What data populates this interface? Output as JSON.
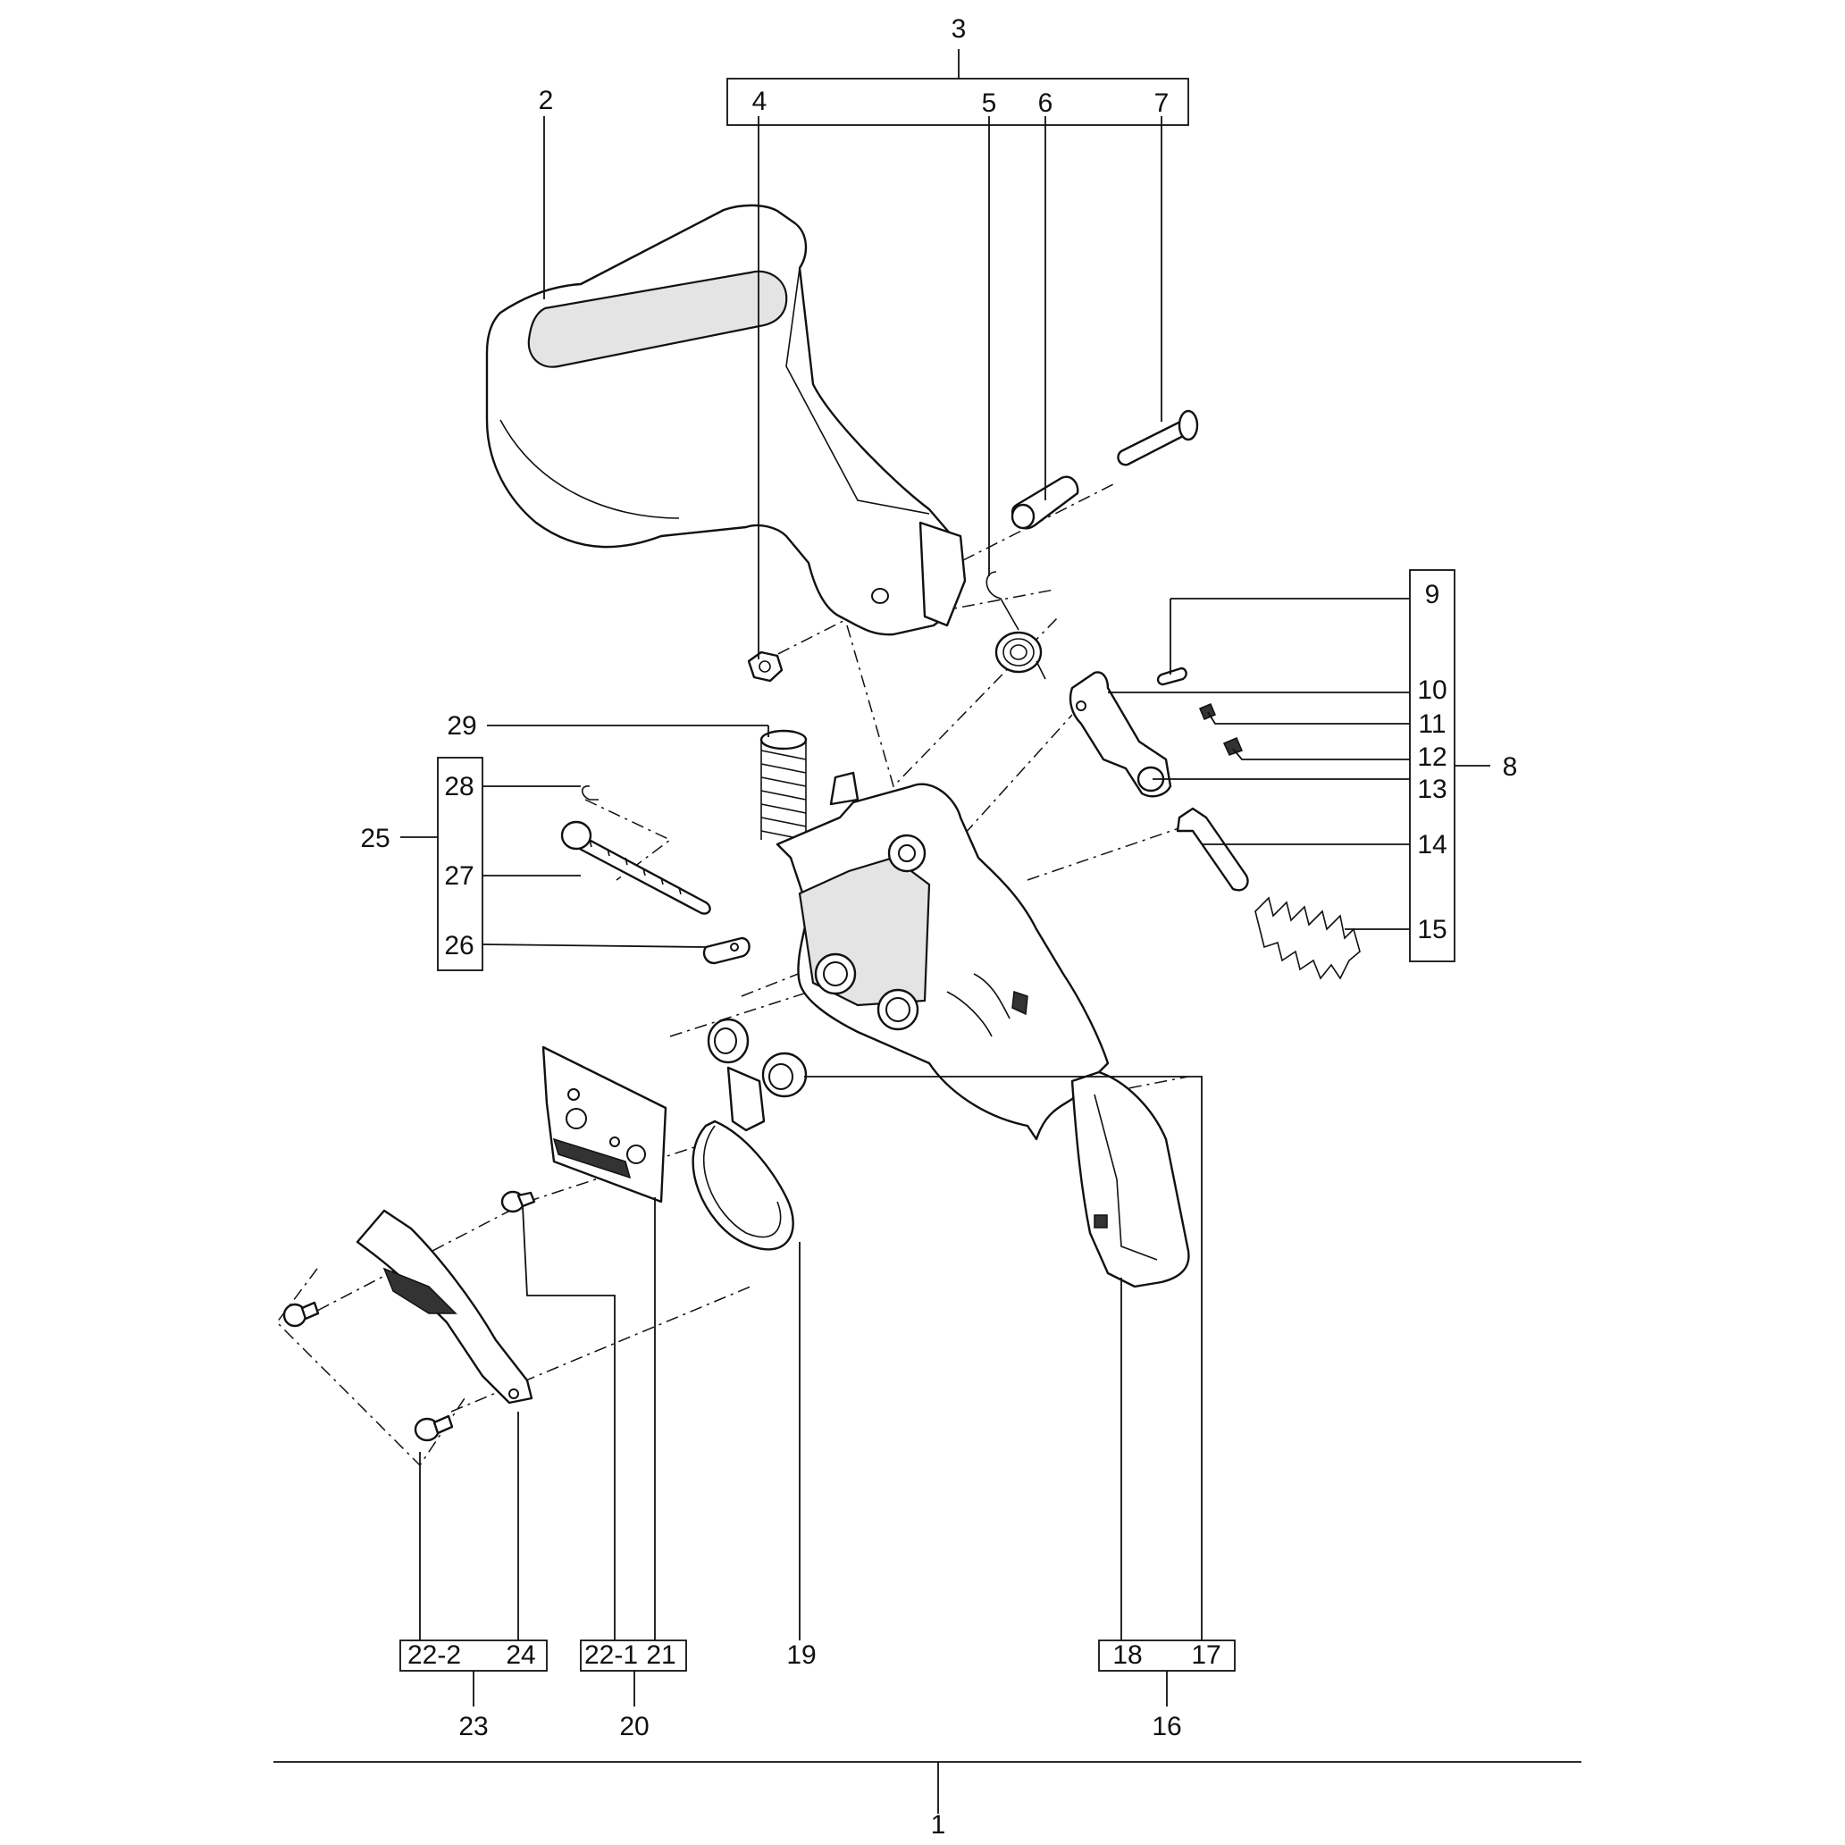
{
  "diagram": {
    "callouts": {
      "c1": "1",
      "c2": "2",
      "c3": "3",
      "c4": "4",
      "c5": "5",
      "c6": "6",
      "c7": "7",
      "c8": "8",
      "c9": "9",
      "c10": "10",
      "c11": "11",
      "c12": "12",
      "c13": "13",
      "c14": "14",
      "c15": "15",
      "c16": "16",
      "c17": "17",
      "c18": "18",
      "c19": "19",
      "c20": "20",
      "c21": "21",
      "c22_1": "22-1",
      "c22_2": "22-2",
      "c23": "23",
      "c24": "24",
      "c25": "25",
      "c26": "26",
      "c27": "27",
      "c28": "28",
      "c29": "29"
    }
  }
}
